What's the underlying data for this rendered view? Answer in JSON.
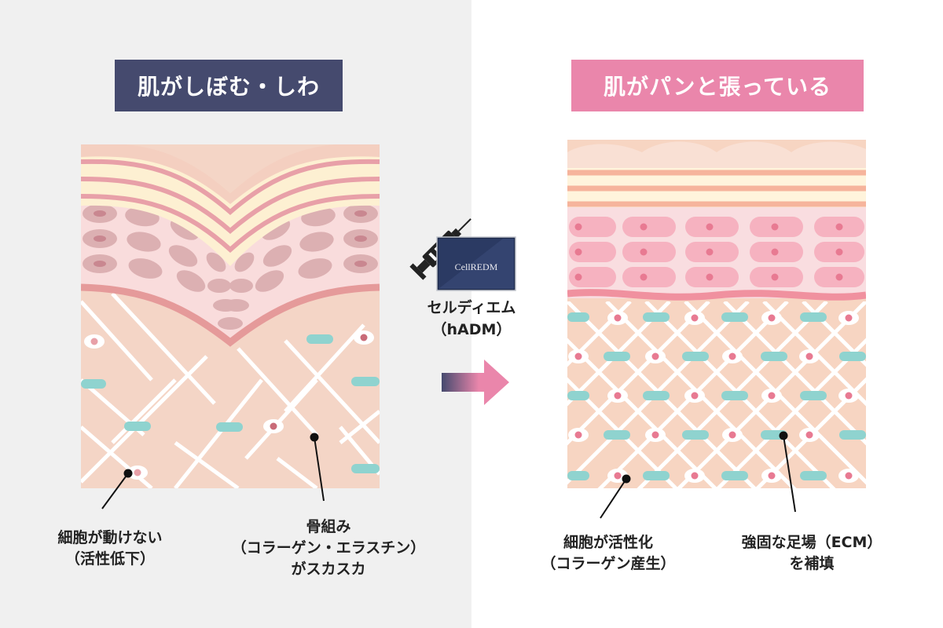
{
  "left_panel": {
    "title": "肌がしぼむ・しわ",
    "annotations": {
      "cells": [
        "細胞が動けない",
        "（活性低下）"
      ],
      "matrix": [
        "骨組み",
        "（コラーゲン・エラスチン）",
        "がスカスカ"
      ]
    }
  },
  "right_panel": {
    "title": "肌がパンと張っている",
    "annotations": {
      "cells": [
        "細胞が活性化",
        "（コラーゲン産生）"
      ],
      "matrix": [
        "強固な足場（ECM）",
        "を補填"
      ]
    }
  },
  "center": {
    "product_box_text": "CellREDM",
    "product_name": "セルディエム",
    "product_sub": "（hADM）",
    "icons": [
      "syringe-icon",
      "product-box-icon",
      "right-arrow-icon"
    ]
  },
  "colors": {
    "left_badge": "#454a6e",
    "right_badge": "#ea86ab",
    "skin_base": "#f4d5c6",
    "teal_link": "#8fd3cf",
    "cell_dot": "#e87a92"
  }
}
